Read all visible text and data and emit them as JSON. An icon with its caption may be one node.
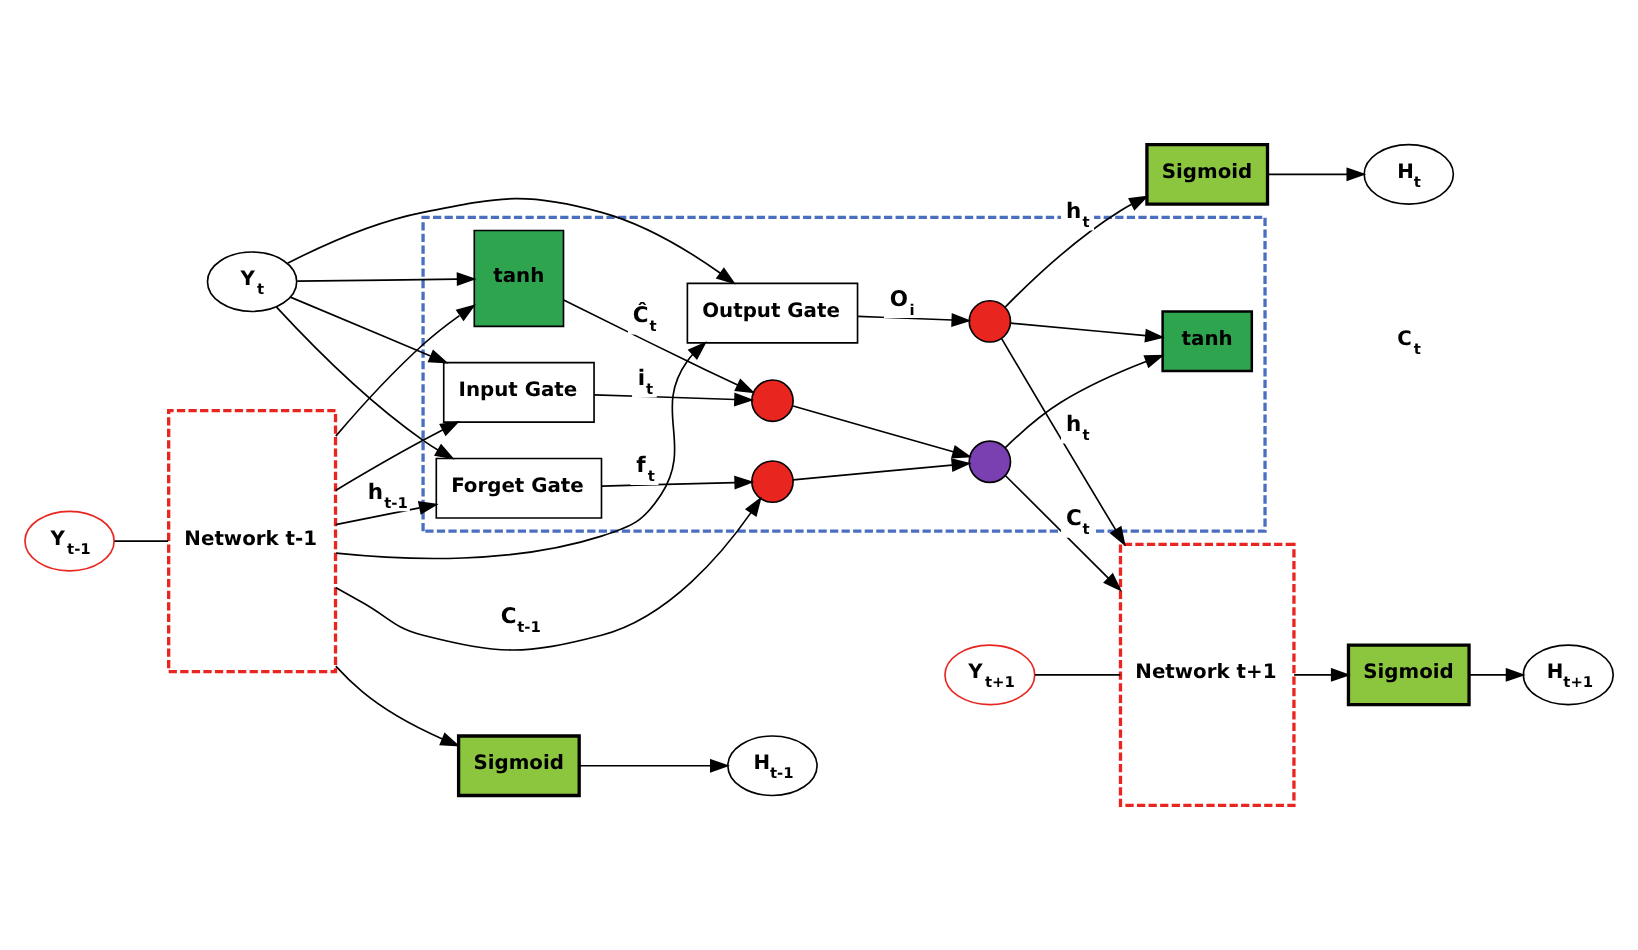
{
  "diagram": {
    "nodes": [
      {
        "text": [
          "H$_{t-1}$"
        ]
      },
      {
        "text": [
          "Sigmoid"
        ]
      },
      {
        "text": [
          "Network t-1"
        ]
      },
      {
        "text": [
          "Y$_{t-1}$"
        ]
      },
      {
        "text": [
          "H$_{t}$"
        ]
      },
      {
        "text": [
          "Sigmoid"
        ]
      },
      {
        "text": [
          "H$_{t+1}$"
        ]
      },
      {
        "text": [
          "Sigmoid"
        ]
      },
      {
        "text": [],
        "shape": "box"
      },
      {
        "text": [],
        "shape": "circle",
        "in": 8
      },
      {
        "text": [],
        "shape": "circle",
        "in": 8
      },
      {
        "text": [],
        "shape": "circle",
        "in": 8
      },
      {
        "text": [
          "tanh"
        ],
        "in": 8
      },
      {
        "text": [],
        "shape": "circle",
        "in": 8
      },
      {
        "text": [
          "Forget Gate"
        ],
        "in": 8
      },
      {
        "text": [
          "Input Gate"
        ],
        "in": 8
      },
      {
        "text": [
          "tanh"
        ],
        "in": 8
      },
      {
        "text": [
          "Output Gate"
        ],
        "in": 8
      },
      {
        "text": [
          "Network t+1"
        ]
      },
      {
        "text": [
          "Y$_{t+1}$"
        ]
      },
      {
        "text": [
          "Y$_{t}$"
        ]
      }
    ],
    "edges": [
      {
        "from": 2,
        "to": 1,
        "arrow": "to"
      },
      {
        "from": 1,
        "to": 0,
        "arrow": "to"
      },
      {
        "from": 3,
        "to": 2,
        "arrow": "none"
      },
      {
        "from": 2,
        "to": 9,
        "arrow": "to",
        "label": "C$_{t-1}$"
      },
      {
        "from": 9,
        "to": 10,
        "arrow": "to"
      },
      {
        "from": 10,
        "to": 18,
        "arrow": "to",
        "label": "C$_{t}$"
      },
      {
        "from": 10,
        "to": 12,
        "arrow": "to"
      },
      {
        "from": 14,
        "to": 9,
        "arrow": "to",
        "label": "f$_{t}$"
      },
      {
        "from": 11,
        "to": 10,
        "arrow": "to"
      },
      {
        "from": 15,
        "to": 11,
        "arrow": "to",
        "label": "i$_{t}$"
      },
      {
        "from": 16,
        "to": 11,
        "arrow": "to",
        "label": "Ĉ$_{t}$"
      },
      {
        "from": 13,
        "to": 12,
        "arrow": "to"
      },
      {
        "from": 17,
        "to": 13,
        "arrow": "to",
        "label": "O$_{i}$"
      },
      {
        "from": 13,
        "to": 5,
        "arrow": "to",
        "label": "h$_{t}$"
      },
      {
        "from": 5,
        "to": 4,
        "arrow": "to"
      },
      {
        "from": 13,
        "to": 18,
        "arrow": "to",
        "label": "h$_{t}$"
      },
      {
        "from": 2,
        "to": 14,
        "arrow": "to",
        "label": "h$_{t-1}$"
      },
      {
        "from": 2,
        "to": 15,
        "arrow": "to"
      },
      {
        "from": 2,
        "to": 16,
        "arrow": "to"
      },
      {
        "from": 2,
        "to": 17,
        "arrow": "to"
      },
      {
        "from": 20,
        "to": 14,
        "arrow": "to"
      },
      {
        "from": 20,
        "to": 15,
        "arrow": "to"
      },
      {
        "from": 20,
        "to": 16,
        "arrow": "to"
      },
      {
        "from": 20,
        "to": 17,
        "arrow": "to"
      },
      {
        "from": 18,
        "to": 7,
        "arrow": "to"
      },
      {
        "from": 7,
        "to": 6,
        "arrow": "to"
      },
      {
        "from": 19,
        "to": 18,
        "arrow": "none"
      }
    ],
    "labels": [
      "C$_{t}$"
    ]
  }
}
